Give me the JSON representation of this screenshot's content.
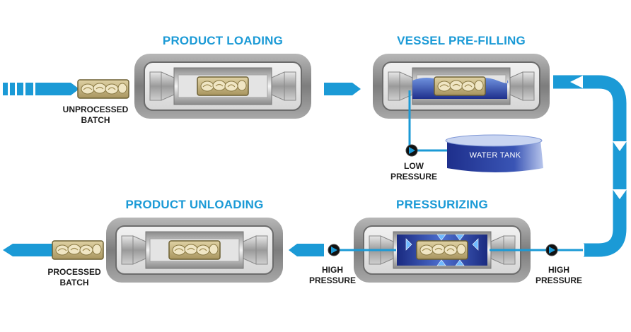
{
  "stages": {
    "loading": "PRODUCT LOADING",
    "prefilling": "VESSEL PRE-FILLING",
    "pressurizing": "PRESSURIZING",
    "unloading": "PRODUCT UNLOADING"
  },
  "labels": {
    "unprocessed": [
      "UNPROCESSED",
      "BATCH"
    ],
    "processed": [
      "PROCESSED",
      "BATCH"
    ],
    "low_pressure": [
      "LOW",
      "PRESSURE"
    ],
    "high_pressure_left": [
      "HIGH",
      "PRESSURE"
    ],
    "high_pressure_right": [
      "HIGH",
      "PRESSURE"
    ],
    "water_tank": "WATER TANK"
  },
  "colors": {
    "accent_blue": "#1b9ad6",
    "water_dark": "#1e2f8c",
    "water_light": "#5b7fd0",
    "vessel_gray": "#8f8f8f",
    "product_tan": "#c9b98a"
  },
  "icons": {
    "flow_arrow": "arrow-right-icon",
    "pump": "pump-icon",
    "product": "product-batch-icon",
    "pressure_arrows": "compression-arrows-icon"
  }
}
